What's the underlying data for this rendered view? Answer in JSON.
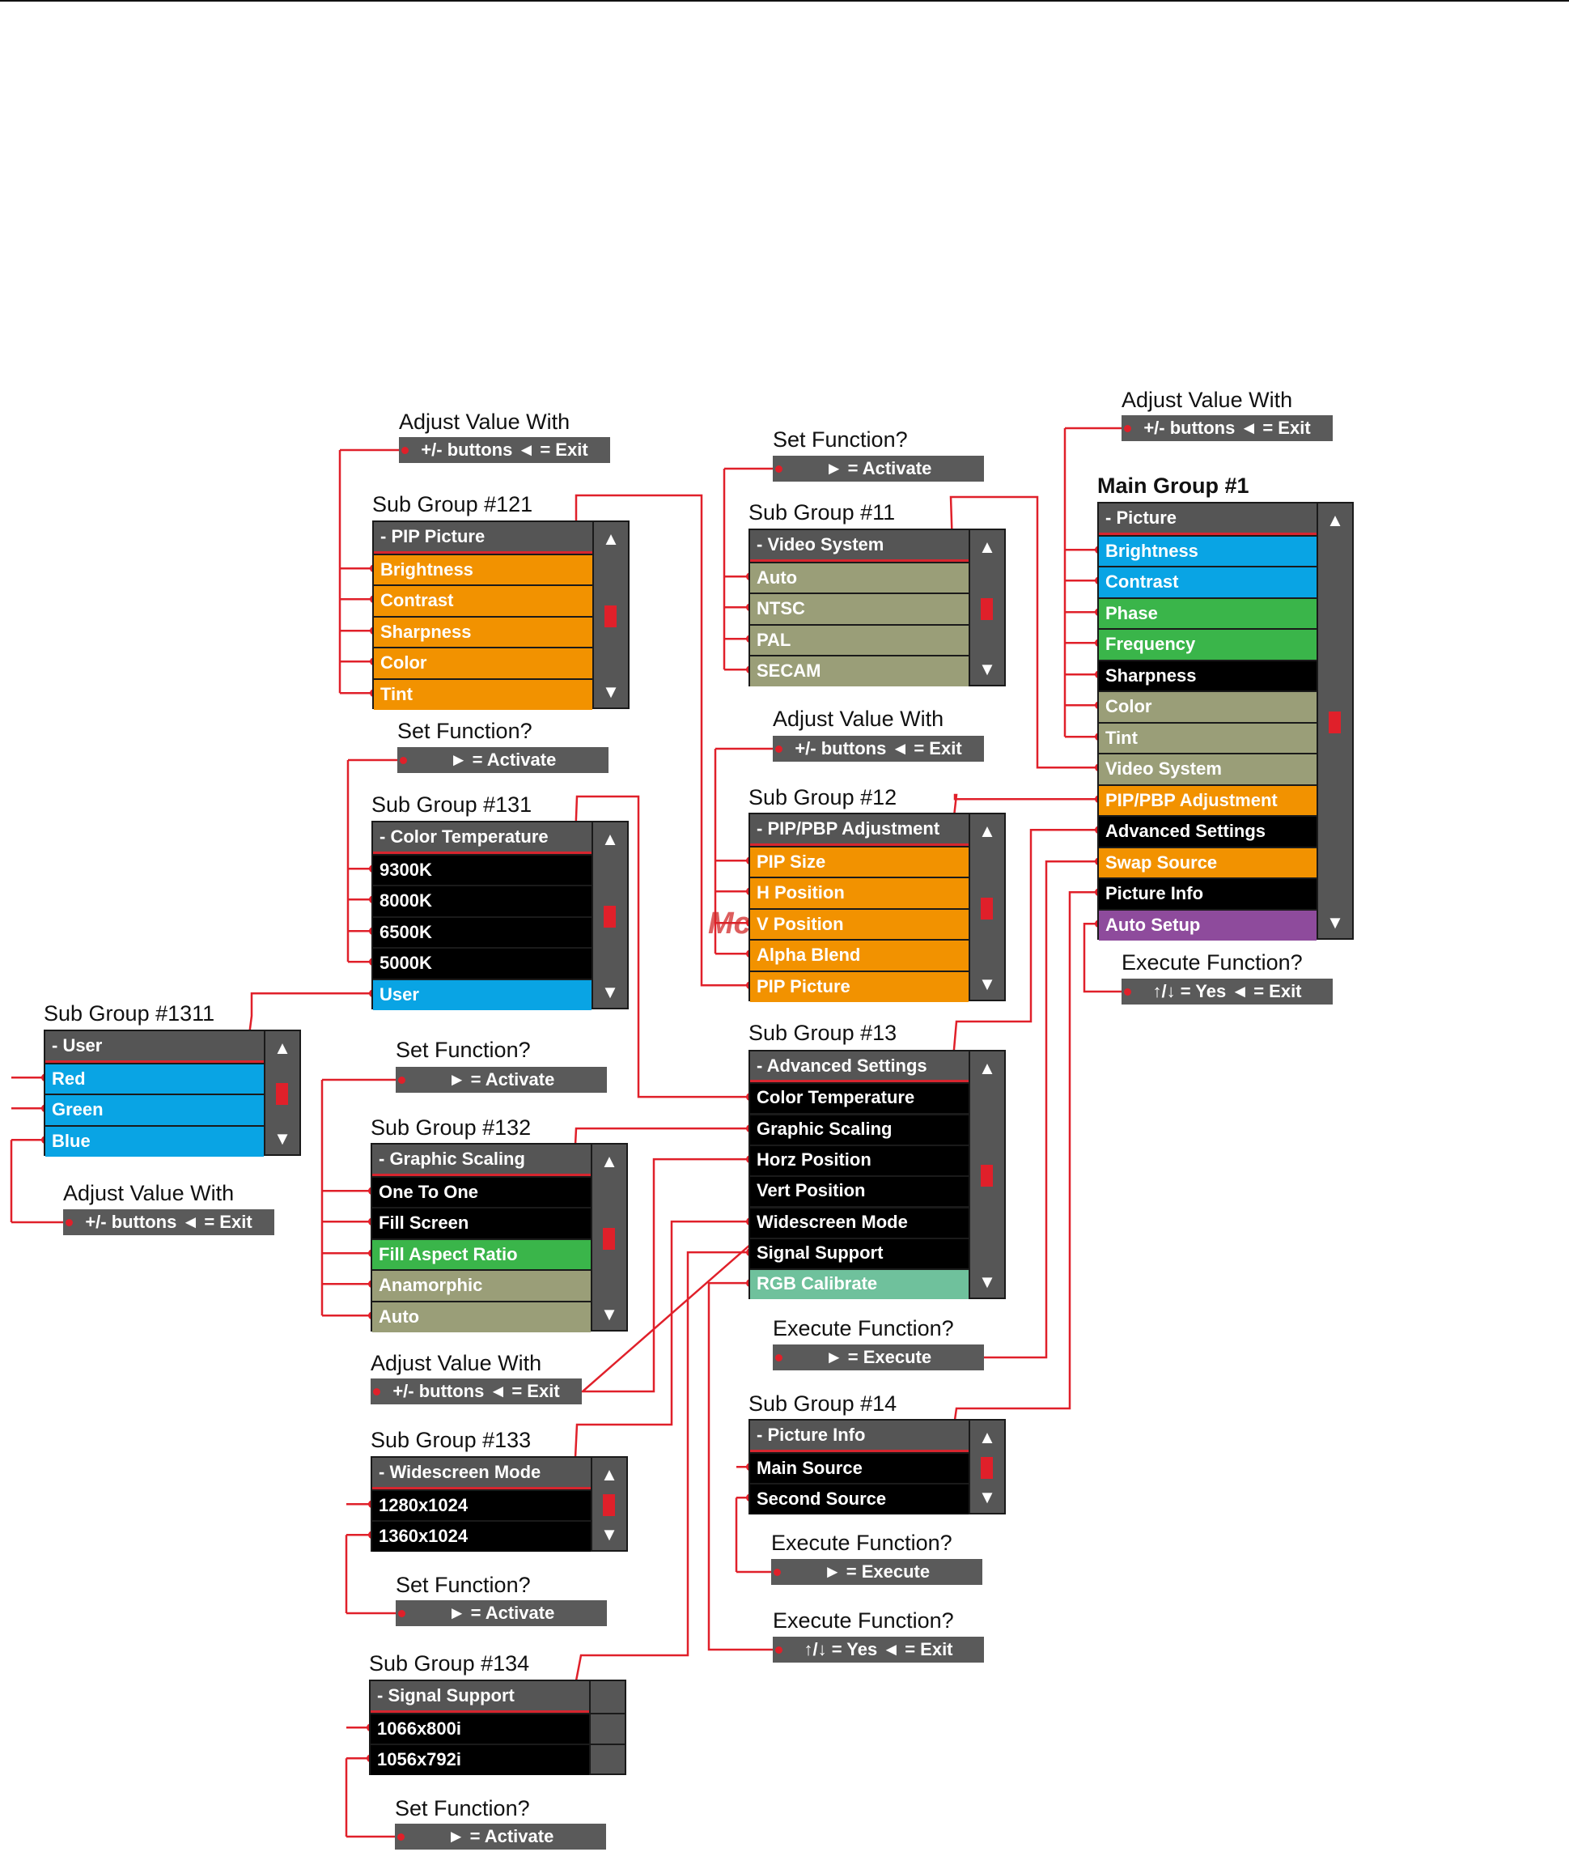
{
  "colors": {
    "orange": "#f29200",
    "blue": "#09a4e4",
    "green": "#3ab54a",
    "khaki": "#9a9e78",
    "black": "#000000",
    "purple": "#8e4b9c",
    "teal": "#6fc19c",
    "header": "#555555",
    "connector": "#e0202a"
  },
  "captions": {
    "main_group": "Main Group #1",
    "sg121": "Sub Group #121",
    "sg11": "Sub Group #11",
    "sg131": "Sub Group #131",
    "sg12": "Sub Group #12",
    "sg1311": "Sub Group #1311",
    "sg13": "Sub Group #13",
    "sg132": "Sub Group #132",
    "sg133": "Sub Group #133",
    "sg14": "Sub Group #14",
    "sg134": "Sub Group #134",
    "adjust": "Adjust Value With",
    "setfn": "Set Function?",
    "execfn": "Execute Function?"
  },
  "hints": {
    "buttons_exit": "+/- buttons ◄ = Exit",
    "activate": "► = Activate",
    "execute": "► = Execute",
    "yes_exit": "↑/↓ = Yes   ◄ = Exit"
  },
  "panels": {
    "main": {
      "header": "- Picture",
      "items": [
        {
          "label": "Brightness",
          "color": "blue"
        },
        {
          "label": "Contrast",
          "color": "blue"
        },
        {
          "label": "Phase",
          "color": "green"
        },
        {
          "label": "Frequency",
          "color": "green"
        },
        {
          "label": "Sharpness",
          "color": "black"
        },
        {
          "label": "Color",
          "color": "khaki"
        },
        {
          "label": "Tint",
          "color": "khaki"
        },
        {
          "label": "Video System",
          "color": "khaki"
        },
        {
          "label": "PIP/PBP Adjustment",
          "color": "orange"
        },
        {
          "label": "Advanced Settings",
          "color": "black"
        },
        {
          "label": "Swap Source",
          "color": "orange"
        },
        {
          "label": "Picture Info",
          "color": "black"
        },
        {
          "label": "Auto Setup",
          "color": "purple"
        }
      ]
    },
    "sg121": {
      "header": "- PIP Picture",
      "items": [
        {
          "label": "Brightness",
          "color": "orange"
        },
        {
          "label": "Contrast",
          "color": "orange"
        },
        {
          "label": "Sharpness",
          "color": "orange"
        },
        {
          "label": "Color",
          "color": "orange"
        },
        {
          "label": "Tint",
          "color": "orange"
        }
      ]
    },
    "sg11": {
      "header": "- Video System",
      "items": [
        {
          "label": "Auto",
          "color": "khaki"
        },
        {
          "label": "NTSC",
          "color": "khaki"
        },
        {
          "label": "PAL",
          "color": "khaki"
        },
        {
          "label": "SECAM",
          "color": "khaki"
        }
      ]
    },
    "sg131": {
      "header": "- Color Temperature",
      "items": [
        {
          "label": "9300K",
          "color": "black"
        },
        {
          "label": "8000K",
          "color": "black"
        },
        {
          "label": "6500K",
          "color": "black"
        },
        {
          "label": "5000K",
          "color": "black"
        },
        {
          "label": "User",
          "color": "blue"
        }
      ]
    },
    "sg12": {
      "header": "- PIP/PBP Adjustment",
      "items": [
        {
          "label": "PIP Size",
          "color": "orange"
        },
        {
          "label": "H Position",
          "color": "orange"
        },
        {
          "label": "V Position",
          "color": "orange"
        },
        {
          "label": "Alpha Blend",
          "color": "orange"
        },
        {
          "label": "PIP Picture",
          "color": "orange"
        }
      ]
    },
    "sg1311": {
      "header": "- User",
      "items": [
        {
          "label": "Red",
          "color": "blue"
        },
        {
          "label": "Green",
          "color": "blue"
        },
        {
          "label": "Blue",
          "color": "blue"
        }
      ]
    },
    "sg13": {
      "header": "- Advanced Settings",
      "items": [
        {
          "label": "Color Temperature",
          "color": "black"
        },
        {
          "label": "Graphic Scaling",
          "color": "black"
        },
        {
          "label": "Horz Position",
          "color": "black"
        },
        {
          "label": "Vert Position",
          "color": "black"
        },
        {
          "label": "Widescreen Mode",
          "color": "black"
        },
        {
          "label": "Signal Support",
          "color": "black"
        },
        {
          "label": "RGB Calibrate",
          "color": "teal"
        }
      ]
    },
    "sg132": {
      "header": "- Graphic Scaling",
      "items": [
        {
          "label": "One To One",
          "color": "black"
        },
        {
          "label": "Fill Screen",
          "color": "black"
        },
        {
          "label": "Fill Aspect Ratio",
          "color": "green"
        },
        {
          "label": "Anamorphic",
          "color": "khaki"
        },
        {
          "label": "Auto",
          "color": "khaki"
        }
      ]
    },
    "sg133": {
      "header": "- Widescreen Mode",
      "items": [
        {
          "label": "1280x1024",
          "color": "black"
        },
        {
          "label": "1360x1024",
          "color": "black"
        }
      ]
    },
    "sg14": {
      "header": "- Picture Info",
      "items": [
        {
          "label": "Main Source",
          "color": "black"
        },
        {
          "label": "Second Source",
          "color": "black"
        }
      ]
    },
    "sg134": {
      "header": "- Signal Support",
      "items": [
        {
          "label": "1066x800i",
          "color": "black"
        },
        {
          "label": "1056x792i",
          "color": "black"
        }
      ]
    }
  },
  "watermark": "McGrp.Ru"
}
